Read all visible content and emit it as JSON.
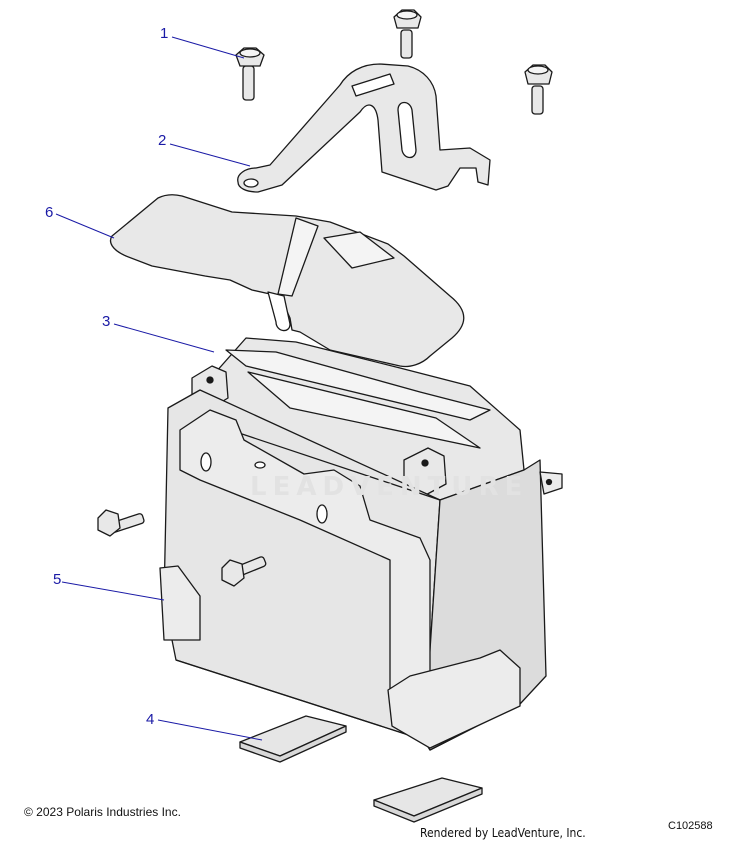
{
  "callouts": {
    "c1": "1",
    "c2": "2",
    "c3": "3",
    "c4": "4",
    "c5": "5",
    "c6": "6"
  },
  "watermark": "LEADVENTURE",
  "footer": {
    "copyright": "© 2023 Polaris Industries Inc.",
    "rendered_by": "Rendered by LeadVenture, Inc.",
    "diagram_code": "C102588"
  },
  "colors": {
    "line": "#1a1a1a",
    "fill": "#e8e8e8",
    "fill_light": "#f4f4f4",
    "callout": "#1a1aa6"
  }
}
